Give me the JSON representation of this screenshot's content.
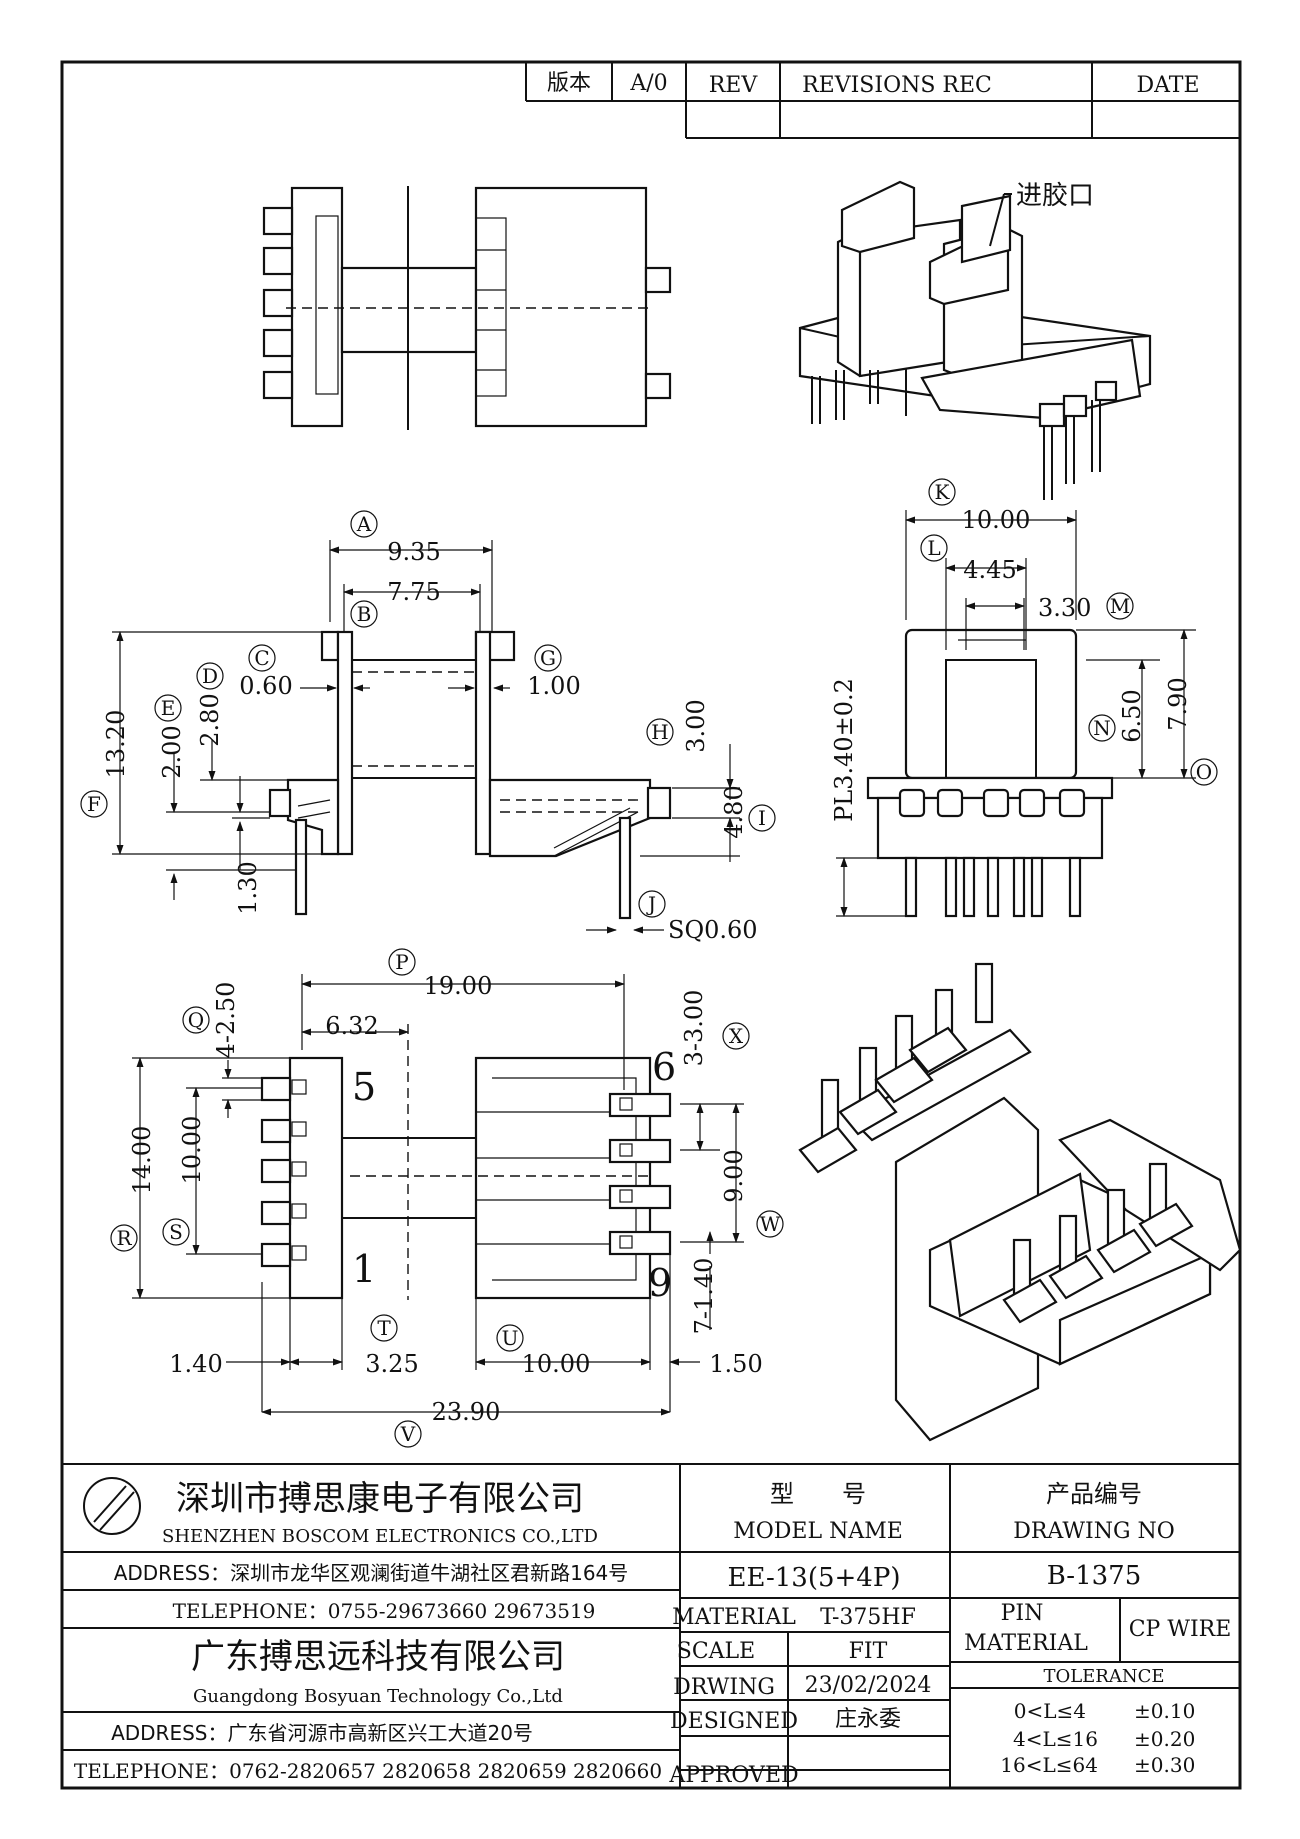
{
  "revision_block": {
    "version_label": "版本",
    "version_value": "A/0",
    "rev_header": "REV",
    "revisions_header": "REVISIONS REC",
    "date_header": "DATE",
    "rev_value": "",
    "revisions_value": "",
    "date_value": ""
  },
  "callouts": {
    "gate": "进胶口"
  },
  "dims": {
    "A": "A",
    "A_val": "9.35",
    "B": "B",
    "B_val": "7.75",
    "C": "C",
    "C_val": "0.60",
    "D": "D",
    "D_val": "2.80",
    "E": "E",
    "E_val": "2.00",
    "F": "F",
    "F_val": "13.20",
    "G": "G",
    "G_val": "1.00",
    "H": "H",
    "H_val": "3.00",
    "I": "I",
    "I_val": "4.80",
    "J": "J",
    "J_val": "SQ0.60",
    "h130": "1.30",
    "K": "K",
    "K_val": "10.00",
    "L": "L",
    "L_val": "4.45",
    "M": "M",
    "M_val": "3.30",
    "N": "N",
    "N_val": "6.50",
    "O": "O",
    "O_val": "7.90",
    "PL": "PL3.40±0.2",
    "P": "P",
    "P_val": "19.00",
    "Q": "Q",
    "Q_val": "4-2.50",
    "val632": "6.32",
    "R": "R",
    "R_val": "14.00",
    "S": "S",
    "S_val": "10.00",
    "T": "T",
    "T_val": "3.25",
    "U": "U",
    "U_val": "10.00",
    "V": "V",
    "V_val": "23.90",
    "W": "W",
    "W_val": "9.00",
    "X": "X",
    "X_val": "3-3.00",
    "val140a": "1.40",
    "val150": "1.50",
    "val7140": "7-1.40"
  },
  "pin_numbers": {
    "p5": "5",
    "p1": "1",
    "p6": "6",
    "p9": "9"
  },
  "title_block": {
    "company_cn": "深圳市搏思康电子有限公司",
    "company_en": "SHENZHEN BOSCOM ELECTRONICS CO.,LTD",
    "address1": "ADDRESS：深圳市龙华区观澜街道牛湖社区君新路164号",
    "telephone1": "TELEPHONE：0755-29673660 29673519",
    "company2_cn": "广东搏思远科技有限公司",
    "company2_en": "Guangdong Bosyuan Technology Co.,Ltd",
    "address2": "ADDRESS：广东省河源市高新区兴工大道20号",
    "telephone2": "TELEPHONE：0762-2820657 2820658 2820659 2820660",
    "model_label_cn": "型　　号",
    "model_label_en": "MODEL NAME",
    "model_value": "EE-13(5+4P)",
    "drawing_label_cn": "产品编号",
    "drawing_label_en": "DRAWING NO",
    "drawing_value": "B-1375",
    "material_label": "MATERIAL",
    "material_value": "T-375HF",
    "scale_label": "SCALE",
    "scale_value": "FIT",
    "drawing_date_label": "DRWING",
    "drawing_date_value": "23/02/2024",
    "designed_label": "DESIGNED",
    "designed_value": "庄永委",
    "approved_label": "APPROVED",
    "approved_value": "",
    "pin_material_label1": "PIN",
    "pin_material_label2": "MATERIAL",
    "pin_material_value": "CP WIRE",
    "tolerance_label": "TOLERANCE",
    "tolerances": [
      {
        "range": "0<L≤4",
        "value": "±0.10"
      },
      {
        "range": "4<L≤16",
        "value": "±0.20"
      },
      {
        "range": "16<L≤64",
        "value": "±0.30"
      }
    ]
  }
}
